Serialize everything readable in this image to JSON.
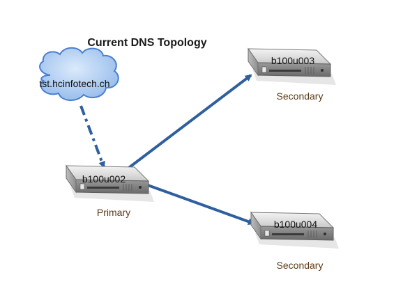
{
  "title": "Current DNS Topology",
  "colors": {
    "connector": "#2f5f9e",
    "cloud_fill": "#a8c8ef",
    "cloud_stroke": "#4a7fd0",
    "role_text": "#5a3a14"
  },
  "cloud": {
    "label": "tst.hcinfotech.ch",
    "icon": "cloud-icon"
  },
  "servers": [
    {
      "id": "b100u002",
      "label": "b100u002",
      "role": "Primary",
      "icon": "server-icon"
    },
    {
      "id": "b100u003",
      "label": "b100u003",
      "role": "Secondary",
      "icon": "server-icon"
    },
    {
      "id": "b100u004",
      "label": "b100u004",
      "role": "Secondary",
      "icon": "server-icon"
    }
  ],
  "connections": [
    {
      "from": "tst.hcinfotech.ch",
      "to": "b100u002",
      "style": "dash-dot"
    },
    {
      "from": "b100u002",
      "to": "b100u003",
      "style": "solid"
    },
    {
      "from": "b100u002",
      "to": "b100u004",
      "style": "solid"
    }
  ]
}
